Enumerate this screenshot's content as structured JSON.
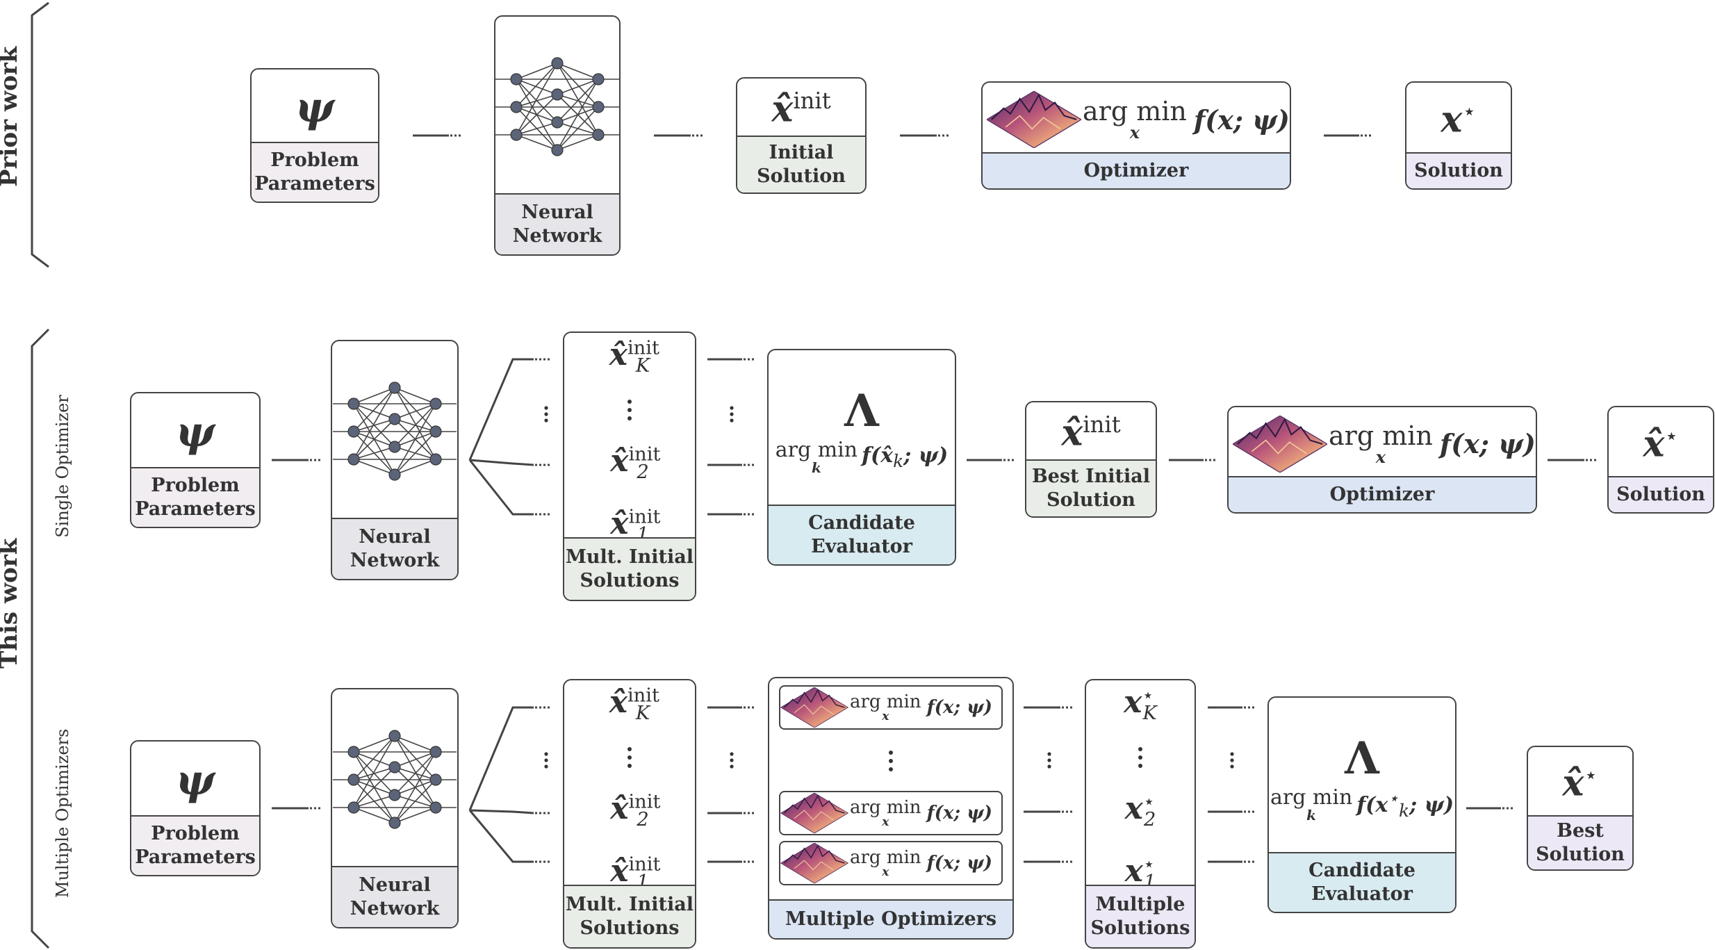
{
  "sections": {
    "prior_work": "Prior work",
    "this_work": "This work",
    "single_optimizer": "Single Optimizer",
    "multiple_optimizers": "Multiple Optimizers"
  },
  "symbols": {
    "psi": "ψ",
    "x_hat": "x̂",
    "x": "x",
    "init": "init",
    "star": "⋆",
    "K": "K",
    "two": "2",
    "one": "1",
    "lambda": "Λ",
    "argmin": "arg min",
    "f_x_psi": "f(x; ψ)",
    "under_x": "x",
    "under_k": "k",
    "f_xhat_k": "f(x̂",
    "f_xstar_k": "f(x",
    "k_psi": "; ψ)"
  },
  "labels": {
    "problem_parameters": "Problem\nParameters",
    "neural_network": "Neural\nNetwork",
    "initial_solution": "Initial\nSolution",
    "optimizer": "Optimizer",
    "solution": "Solution",
    "mult_initial_solutions": "Mult. Initial\nSolutions",
    "candidate_evaluator": "Candidate\nEvaluator",
    "best_initial_solution": "Best Initial\nSolution",
    "multiple_optimizers": "Multiple Optimizers",
    "multiple_solutions": "Multiple\nSolutions",
    "best_solution": "Best\nSolution"
  },
  "colors": {
    "stroke": "#444444",
    "node": "#5b6478",
    "problem": "#f1edf1",
    "network": "#e6e6ea",
    "init": "#e9ede7",
    "optimizer": "#dbe5f4",
    "solution": "#ece8f6",
    "evaluator": "#d8ebf1"
  },
  "icons": {
    "terrain": "terrain-landscape-icon",
    "network": "neural-network-icon"
  }
}
